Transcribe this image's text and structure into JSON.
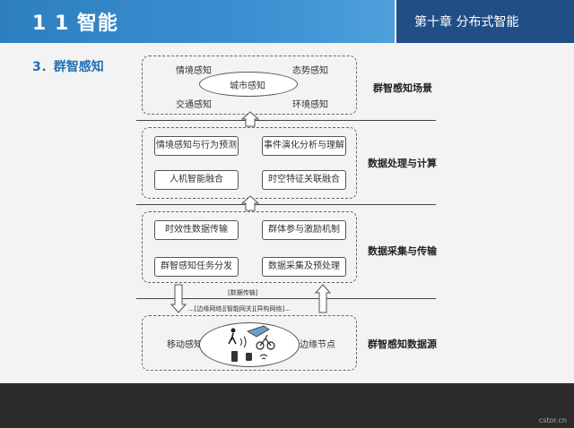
{
  "header": {
    "title": "1  1  智能",
    "chapter": "第十章 分布式智能"
  },
  "section_title": "3．群智感知",
  "layers": {
    "scene": {
      "label": "群智感知场景",
      "items": [
        "情境感知",
        "态势感知",
        "城市感知",
        "交通感知",
        "环境感知"
      ]
    },
    "compute": {
      "label": "数据处理与计算",
      "boxes": [
        "情境感知与行为预测",
        "事件演化分析与理解",
        "人机智能融合",
        "时空特征关联融合"
      ]
    },
    "collect": {
      "label": "数据采集与传输",
      "boxes": [
        "时效性数据传输",
        "群体参与激励机制",
        "群智感知任务分发",
        "数据采集及预处理"
      ]
    },
    "source": {
      "label": "群智感知数据源",
      "left": "移动感知",
      "right": "边缘节点"
    }
  },
  "transfer": {
    "data_transfer": "[数据传输]",
    "networks": "...[边缘网络][智能网关][异构网络]..."
  },
  "footer": {
    "watermark": "cstor.cn"
  }
}
